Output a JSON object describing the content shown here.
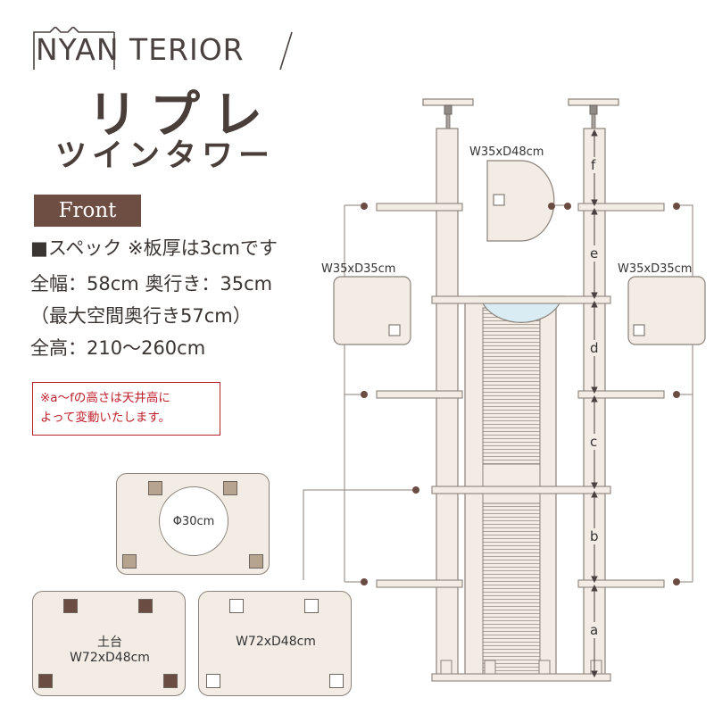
{
  "logo": {
    "text": "NYAN TERIOR"
  },
  "title": "リプレ",
  "subtitle": "ツインタワー",
  "front_badge": "Front",
  "specs": {
    "line1": "■スペック ※板厚は3cmです",
    "line2": "全幅：58cm 奥行き：35cm",
    "line3": "（最大空間奥行き57cm）",
    "line4": "全高：210〜260cm"
  },
  "note": {
    "line1": "※a〜fの高さは天井高に",
    "line2": "よって変動いたします。"
  },
  "plates": {
    "hole_plate_label": "Φ30cm",
    "base_label_1": "土台",
    "base_label_2": "W72xD48cm",
    "board_label": "W72xD48cm"
  },
  "tower": {
    "top_box_label": "W35xD48cm",
    "left_box_label": "W35xD35cm",
    "right_box_label": "W35xD35cm",
    "segments": [
      "f",
      "e",
      "d",
      "c",
      "b",
      "a"
    ]
  },
  "colors": {
    "wood": "#f2ece4",
    "outline": "#8c827a",
    "accent": "#6e4d42",
    "note_red": "#c0202c",
    "bowl": "#d9ecf4"
  }
}
